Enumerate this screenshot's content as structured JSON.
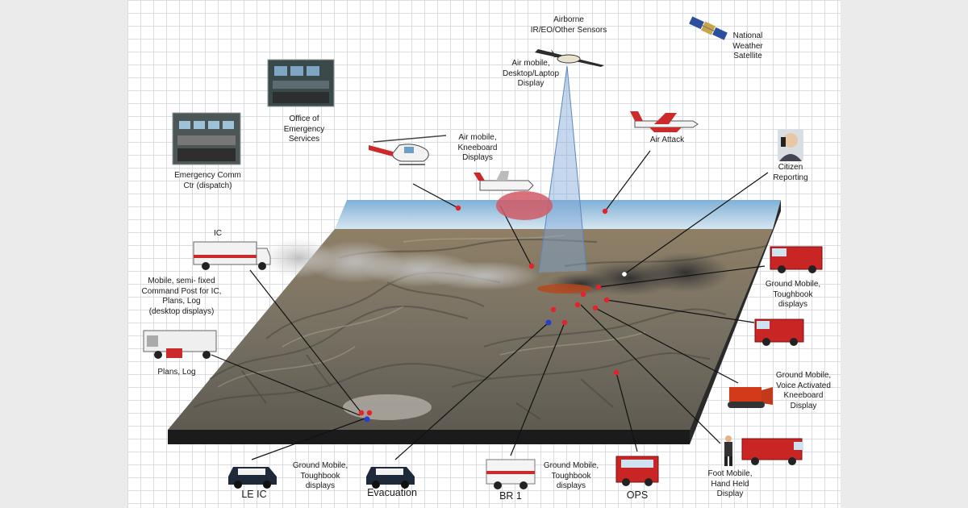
{
  "labels": {
    "airborne_sensors": "Airborne\nIR/EO/Other Sensors",
    "air_mobile_desktop": "Air mobile,\nDesktop/Laptop\nDisplay",
    "national_weather_satellite": "National\nWeather\nSatellite",
    "office_emergency_services": "Office of\nEmergency\nServices",
    "air_attack": "Air Attack",
    "air_mobile_kneeboard": "Air mobile,\nKneeboard\nDisplays",
    "citizen_reporting": "Citizen\nReporting",
    "emergency_comm": "Emergency Comm\nCtr  (dispatch)",
    "ic": "IC",
    "mobile_command_post": "Mobile, semi- fixed\nCommand Post for IC,\nPlans, Log\n(desktop displays)",
    "plans_log": "Plans, Log",
    "ground_mobile_toughbook_right": "Ground Mobile,\nToughbook\ndisplays",
    "ground_mobile_voice": "Ground Mobile,\nVoice Activated\nKneeboard\nDisplay",
    "foot_mobile": "Foot Mobile,\nHand Held\nDisplay",
    "le_ic": "LE IC",
    "ground_mobile_toughbook_left": "Ground Mobile,\nToughbook\ndisplays",
    "evacuation": "Evacuation",
    "br1": "BR 1",
    "ground_mobile_toughbook_mid": "Ground Mobile,\nToughbook\ndisplays",
    "ops": "OPS"
  },
  "colors": {
    "marker_red": "#e8202a",
    "marker_blue": "#2a3fc8",
    "marker_white": "#ffffff",
    "connector": "#111111",
    "sensor_beam": "#7ea6d8",
    "terrain": "#7a7466",
    "sky": "#b9d3e6",
    "slab_side": "#1b1b1b"
  },
  "icons": [
    "airplane-icon",
    "satellite-icon",
    "helicopter-icon",
    "air-tanker-icon",
    "citizen-phone-icon",
    "dispatch-room-icon",
    "ops-room-icon",
    "command-post-truck-icon",
    "plans-trailer-icon",
    "fire-engine-icon",
    "bulldozer-icon",
    "firefighter-icon",
    "rescue-truck-icon",
    "police-car-icon",
    "ambulance-icon"
  ]
}
